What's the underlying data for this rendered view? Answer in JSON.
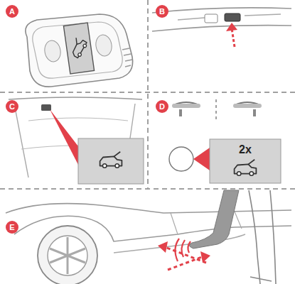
{
  "diagram": {
    "nodes": [
      {
        "text": [
          "A"
        ]
      },
      {
        "text": [
          "B"
        ]
      },
      {
        "text": [
          "C"
        ]
      },
      {
        "text": [
          "D"
        ]
      },
      {
        "text": [
          "E"
        ]
      },
      {
        "text": [
          "2x"
        ]
      }
    ]
  }
}
